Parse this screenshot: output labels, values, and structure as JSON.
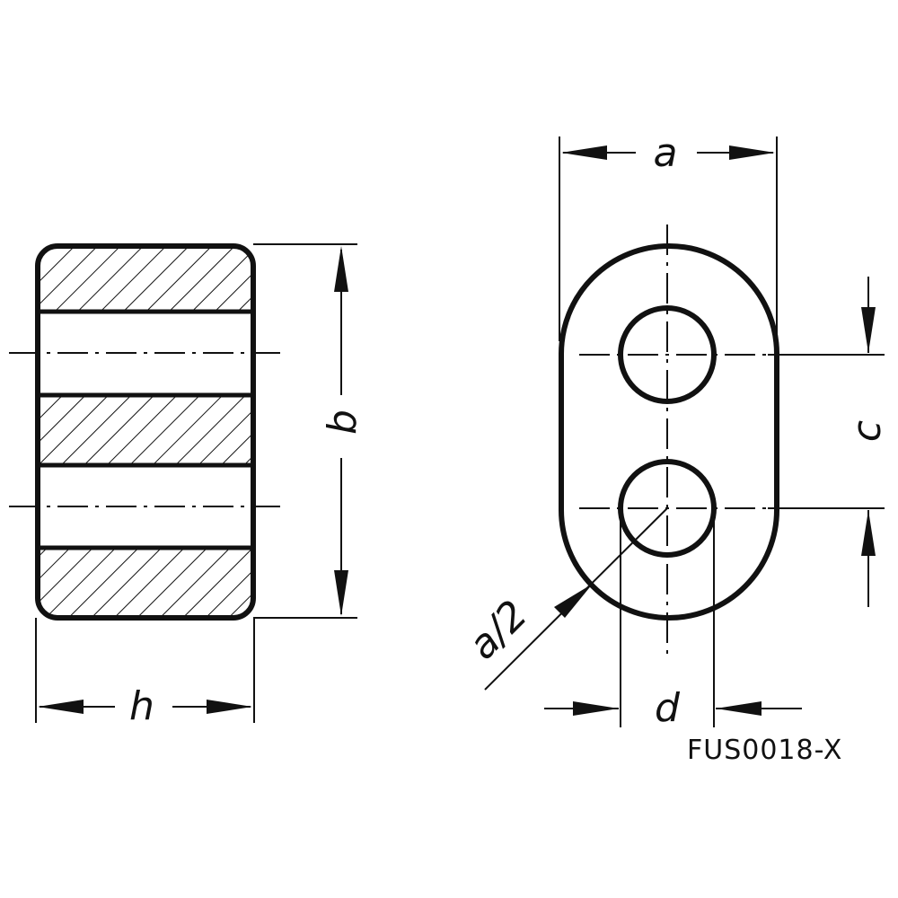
{
  "drawing": {
    "reference_code": "FUS0018-X",
    "line_color": "#111111",
    "background_color": "#ffffff"
  },
  "dimensions": {
    "width_a": "a",
    "height_b": "b",
    "hole_spacing_c": "c",
    "hole_diameter_d": "d",
    "length_h": "h",
    "end_radius": "a/2"
  }
}
